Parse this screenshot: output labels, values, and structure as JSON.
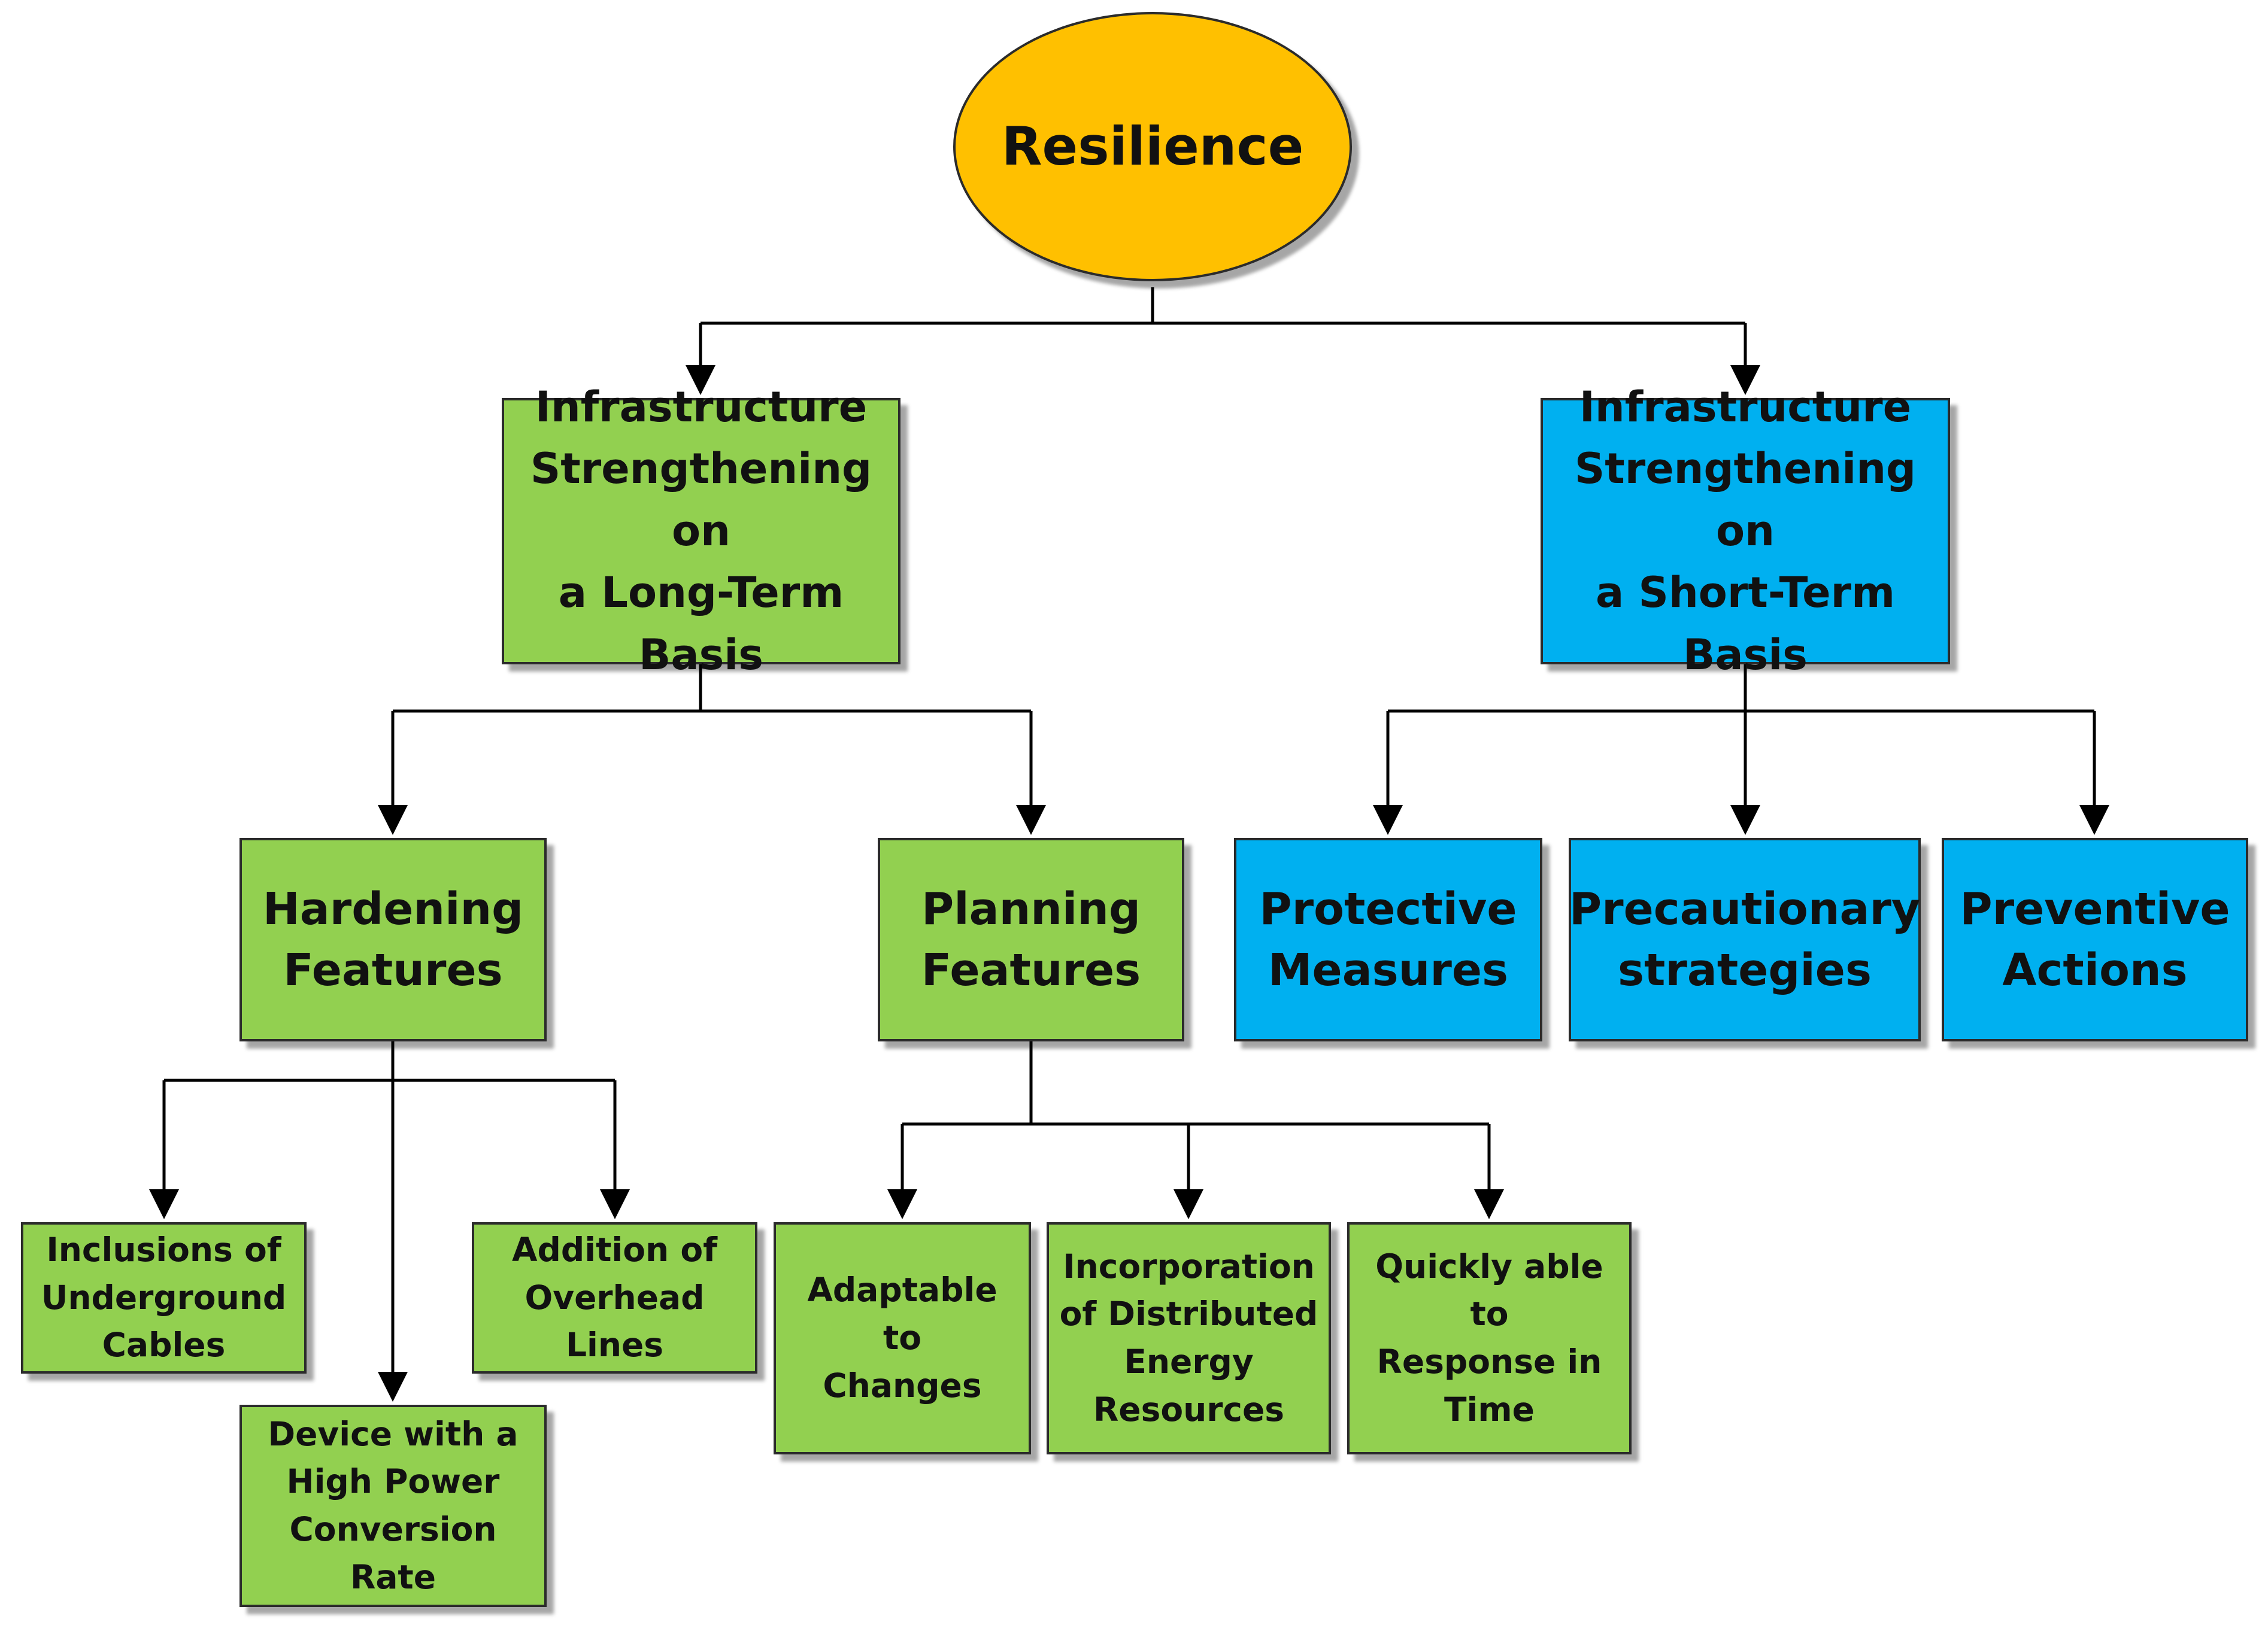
{
  "root": {
    "label": "Resilience"
  },
  "long_term": {
    "label": "Infrastructure\nStrengthening on\na Long-Term\nBasis"
  },
  "short_term": {
    "label": "Infrastructure\nStrengthening on\na Short-Term\nBasis"
  },
  "hardening": {
    "label": "Hardening\nFeatures"
  },
  "planning": {
    "label": "Planning\nFeatures"
  },
  "protective": {
    "label": "Protective\nMeasures"
  },
  "precautionary": {
    "label": "Precautionary\nstrategies"
  },
  "preventive": {
    "label": "Preventive\nActions"
  },
  "underground": {
    "label": "Inclusions of\nUnderground\nCables"
  },
  "device": {
    "label": "Device with a\nHigh Power\nConversion Rate"
  },
  "overhead": {
    "label": "Addition of\nOverhead Lines"
  },
  "adaptable": {
    "label": "Adaptable to\nChanges"
  },
  "der": {
    "label": "Incorporation\nof Distributed\nEnergy\nResources"
  },
  "quick": {
    "label": "Quickly able to\nResponse in\nTime"
  },
  "colors": {
    "root_fill": "#ffc000",
    "long_term_fill": "#92d050",
    "short_term_fill": "#00b0f0",
    "connector": "#000000"
  }
}
